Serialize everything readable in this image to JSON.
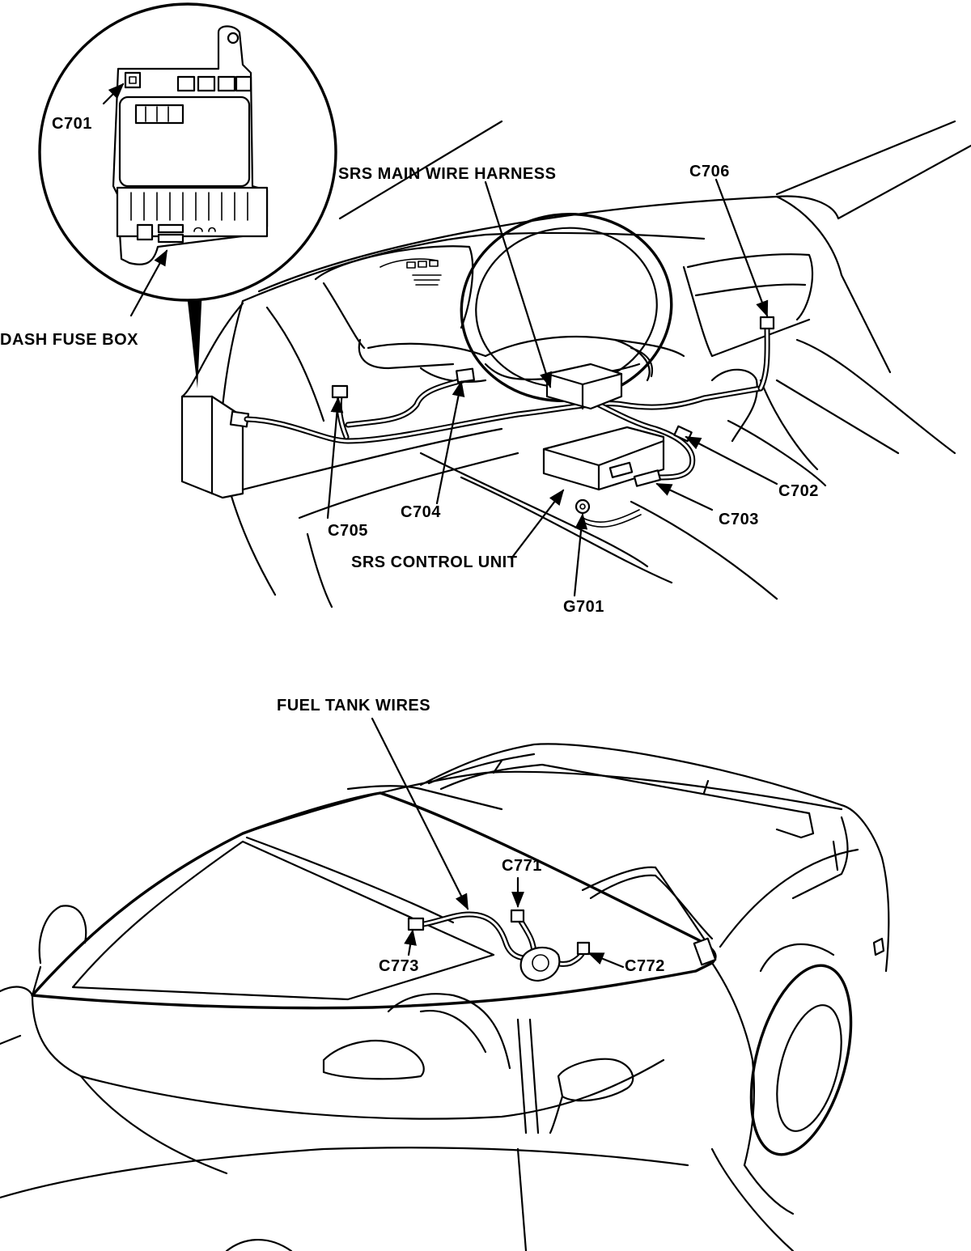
{
  "top_view": {
    "inset": {
      "connector_label": "C701",
      "fuse_box_label": "DASH FUSE BOX"
    },
    "labels": {
      "main_harness": "SRS MAIN WIRE HARNESS",
      "c706": "C706",
      "c702": "C702",
      "c703": "C703",
      "c704": "C704",
      "c705": "C705",
      "control_unit": "SRS CONTROL UNIT",
      "g701": "G701"
    }
  },
  "bottom_view": {
    "labels": {
      "fuel_tank_wires": "FUEL TANK WIRES",
      "c771": "C771",
      "c772": "C772",
      "c773": "C773"
    }
  }
}
